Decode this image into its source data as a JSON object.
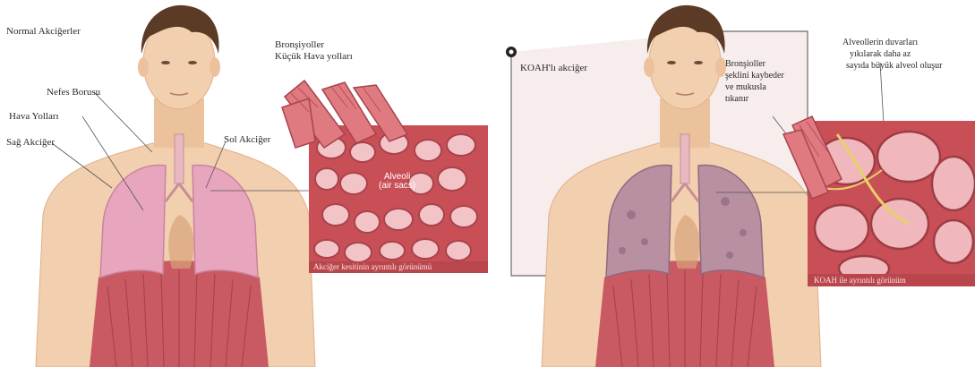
{
  "normal": {
    "title": "Normal Akciğerler",
    "bronchioles_line1": "Bronşiyoller",
    "bronchioles_line2": "Küçük Hava yolları",
    "trachea": "Nefes Borusu",
    "airways": "Hava Yolları",
    "right_lung": "Sağ Akciğer",
    "left_lung": "Sol Akciğer",
    "alveoli_line1": "Alveoli",
    "alveoli_line2": "(air sacs)",
    "detail_caption": "Akciğer kesitinin ayrıntılı görünümü"
  },
  "copd": {
    "title": "KOAH'lı akciğer",
    "bronchioles_line1": "Bronşioller",
    "bronchioles_line2": "şeklini kaybeder",
    "bronchioles_line3": "ve mukusla",
    "bronchioles_line4": "tıkanır",
    "alveoli_line1": "Alveollerin duvarları",
    "alveoli_line2": "yıkılarak daha az",
    "alveoli_line3": "sayıda büyük alveol oluşur",
    "detail_caption": "KOAH ile ayrıntılı görünüm"
  },
  "colors": {
    "skin": "#f2cfae",
    "skin_shadow": "#e2b48e",
    "hair": "#5b3a26",
    "lung_normal": "#e7a6bd",
    "lung_copd": "#b98fa2",
    "diaphragm": "#c95a63",
    "tissue": "#d9666d",
    "detail_bg": "#c94f57",
    "caption_band": "#b9464d"
  }
}
